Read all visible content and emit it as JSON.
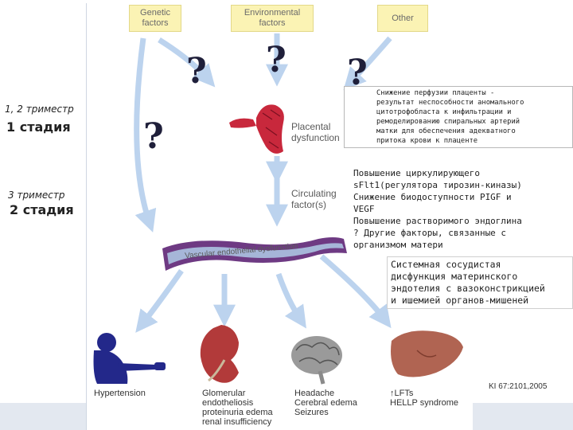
{
  "factors": {
    "genetic": "Genetic\nfactors",
    "environmental": "Environmental\nfactors",
    "other": "Other"
  },
  "question_mark": "?",
  "stages": {
    "first_trimester": "1, 2 триместр",
    "first_stage": "1 стадия",
    "second_trimester": "3 триместр",
    "second_stage": "2 стадия"
  },
  "diagram_labels": {
    "placental": "Placental\ndysfunction",
    "circulating": "Circulating\nfactor(s)",
    "vascular": "Vascular endothelial dysfunction"
  },
  "notes": {
    "placenta_perfusion": "Снижение перфузии плаценты -\nрезультат неспособности аномального\nцитотрофобласта к инфильтрации и\nремоделированию спиральных артерий\nматки для обеспечения адекватного\nпритока крови к плаценте",
    "circulating_factors": "Повышение циркулирующего\nsFlt1(регулятора тирозин-киназы)\nСнижение биодоступности PIGF и\nVEGF\nПовышение растворимого эндоглина\n? Другие факторы, связанные с\nорганизмом матери",
    "systemic": "Системная сосудистая\nдисфункция материнского\nэндотелия с вазоконстрикцией\nи ишемией органов-мишеней"
  },
  "organs": {
    "hypertension": "Hypertension",
    "kidney": "Glomerular\nendotheliosis\nproteinuria edema\nrenal insufficiency",
    "brain": "Headache\nCerebral edema\nSeizures",
    "liver": "↑LFTs\nHELLP syndrome"
  },
  "citation": "KI 67:2101,2005",
  "colors": {
    "arrow": "#bcd3ee",
    "factor_box": "#fbf3b4",
    "vessel_outer": "#6e3a83",
    "vessel_wall": "#a6b6d8",
    "placenta": "#c8283c",
    "organ_blue": "#23288a",
    "kidney": "#b23a3a",
    "liver": "#b06452"
  }
}
